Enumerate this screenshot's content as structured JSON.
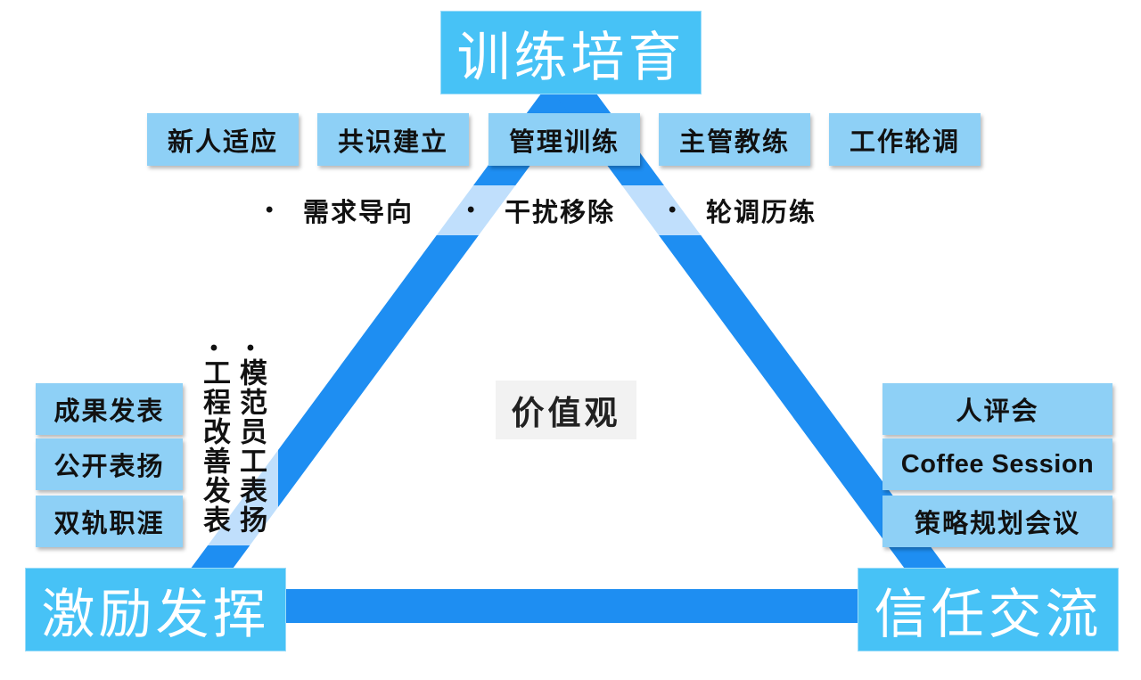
{
  "hub": {
    "label": "价值观"
  },
  "corners": {
    "top": {
      "label": "训练培育"
    },
    "bottom_left": {
      "label": "激励发挥"
    },
    "bottom_right": {
      "label": "信任交流"
    }
  },
  "training": {
    "items": [
      "新人适应",
      "共识建立",
      "管理训练",
      "主管教练",
      "工作轮调"
    ],
    "bullets": [
      "需求导向",
      "干扰移除",
      "轮调历练"
    ]
  },
  "motivation": {
    "items": [
      "成果发表",
      "公开表扬",
      "双轨职涯"
    ],
    "bullets": [
      "工程改善发表",
      "模范员工表扬"
    ]
  },
  "trust": {
    "items": [
      "人评会",
      "Coffee Session",
      "策略规划会议"
    ]
  },
  "bullet_glyph": "•",
  "colors": {
    "triangle": "#1e8ef2",
    "corner_box": "#47c2f6",
    "item_box": "#8ed0f6",
    "hub_box": "#f2f2f2"
  }
}
